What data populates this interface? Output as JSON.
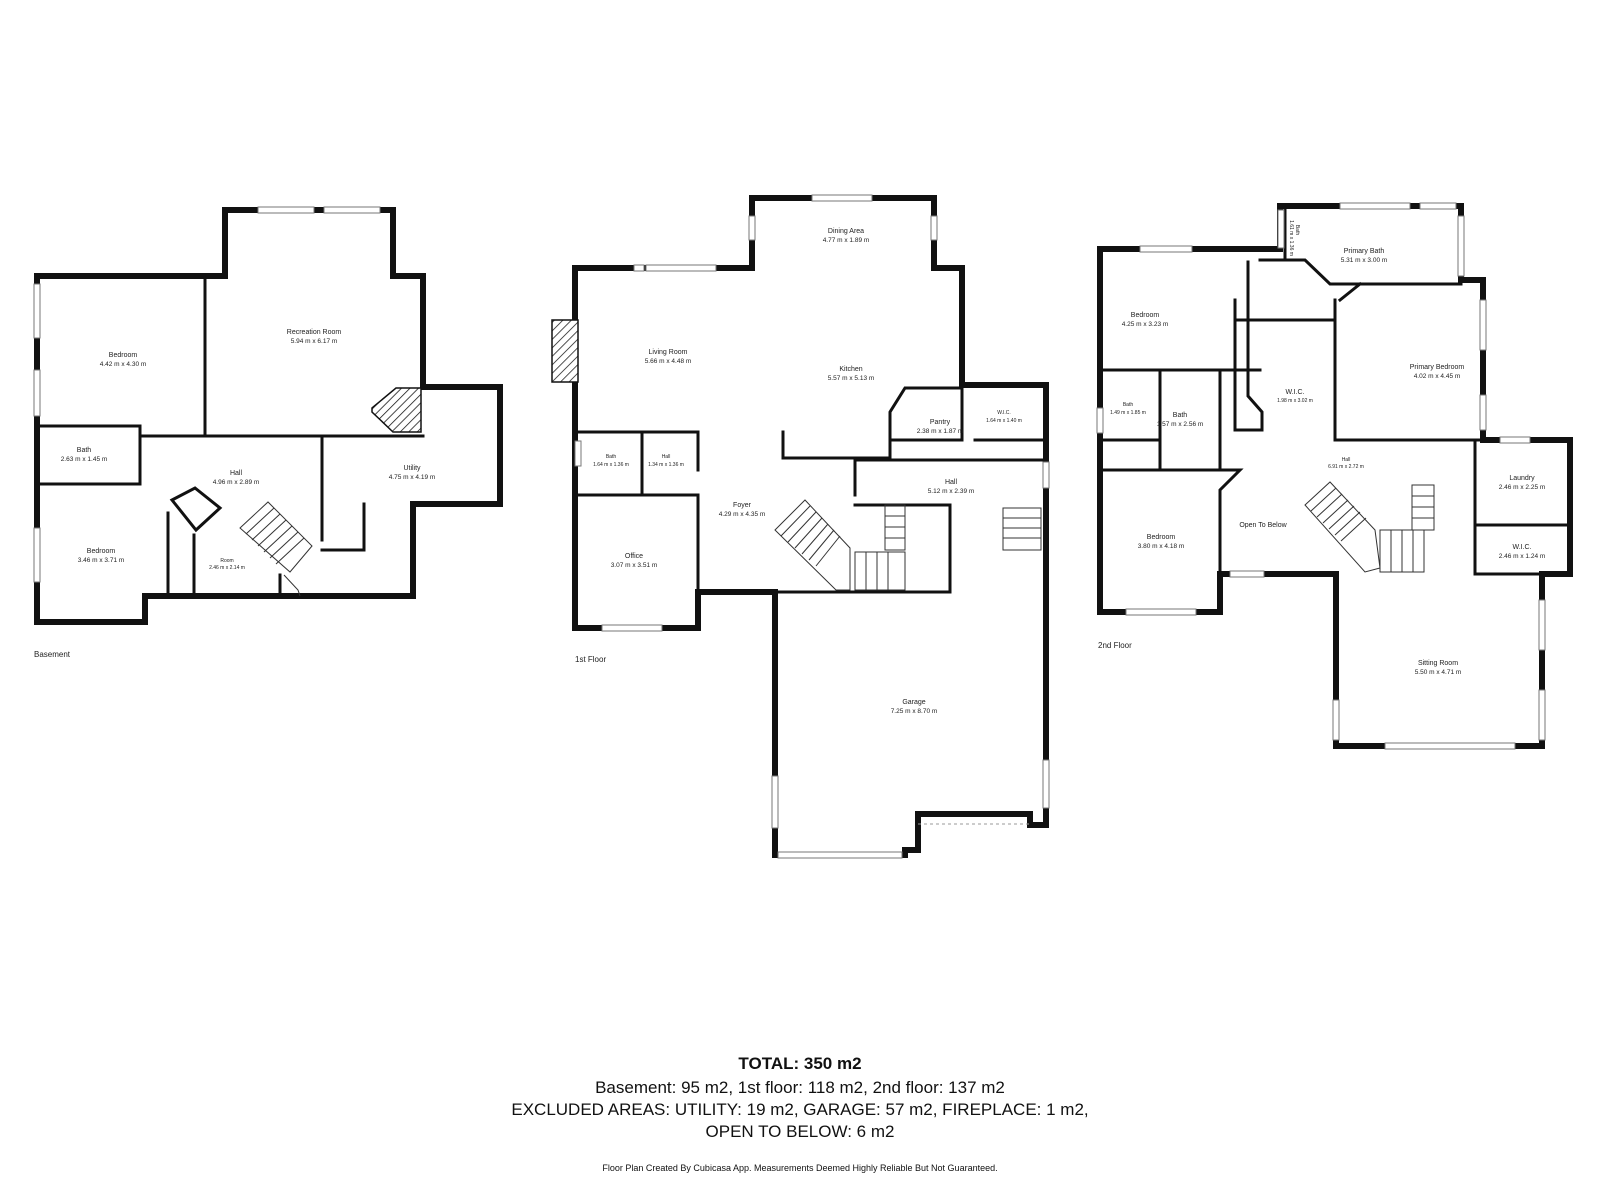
{
  "floors": {
    "basement": {
      "label": "Basement",
      "rooms": [
        {
          "name": "Bedroom",
          "dims": "4.42 m x 4.30 m"
        },
        {
          "name": "Recreation Room",
          "dims": "5.94 m x 6.17 m"
        },
        {
          "name": "Bath",
          "dims": "2.63 m x 1.45 m"
        },
        {
          "name": "Hall",
          "dims": "4.96 m x 2.89 m"
        },
        {
          "name": "Utility",
          "dims": "4.75 m x 4.19 m"
        },
        {
          "name": "Bedroom",
          "dims": "3.46 m x 3.71 m"
        },
        {
          "name": "Room",
          "dims": "2.46 m x 2.14 m"
        }
      ]
    },
    "first": {
      "label": "1st Floor",
      "rooms": [
        {
          "name": "Dining Area",
          "dims": "4.77 m x 1.89 m"
        },
        {
          "name": "Living Room",
          "dims": "5.66 m x 4.48 m"
        },
        {
          "name": "Kitchen",
          "dims": "5.57 m x 5.13 m"
        },
        {
          "name": "Pantry",
          "dims": "2.38 m x 1.87 m"
        },
        {
          "name": "W.I.C.",
          "dims": "1.64 m x 1.40 m"
        },
        {
          "name": "Bath",
          "dims": "1.64 m x 1.36 m"
        },
        {
          "name": "Hall",
          "dims": "1.34 m x 1.36 m"
        },
        {
          "name": "Hall",
          "dims": "5.12 m x 2.39 m"
        },
        {
          "name": "Foyer",
          "dims": "4.29 m x 4.35 m"
        },
        {
          "name": "Office",
          "dims": "3.07 m x 3.51 m"
        },
        {
          "name": "Garage",
          "dims": "7.25 m x 8.70 m"
        }
      ]
    },
    "second": {
      "label": "2nd Floor",
      "rooms": [
        {
          "name": "Bath",
          "dims": "1.61 m x 1.36 m"
        },
        {
          "name": "Primary Bath",
          "dims": "5.31 m x 3.00 m"
        },
        {
          "name": "Bedroom",
          "dims": "4.25 m x 3.23 m"
        },
        {
          "name": "Primary Bedroom",
          "dims": "4.02 m x 4.45 m"
        },
        {
          "name": "W.I.C.",
          "dims": "1.98 m x 3.02 m"
        },
        {
          "name": "Bath",
          "dims": "1.49 m x 1.85 m"
        },
        {
          "name": "Bath",
          "dims": "1.57 m x 2.56 m"
        },
        {
          "name": "Hall",
          "dims": "6.91 m x 2.72 m"
        },
        {
          "name": "Laundry",
          "dims": "2.46 m x 2.25 m"
        },
        {
          "name": "Open To Below",
          "dims": ""
        },
        {
          "name": "Bedroom",
          "dims": "3.80 m x 4.18 m"
        },
        {
          "name": "W.I.C.",
          "dims": "2.46 m x 1.24 m"
        },
        {
          "name": "Sitting Room",
          "dims": "5.50 m x 4.71 m"
        }
      ]
    }
  },
  "summary": {
    "total": "TOTAL: 350 m2",
    "line1": "Basement: 95 m2, 1st floor: 118 m2, 2nd floor: 137 m2",
    "line2": "EXCLUDED AREAS: UTILITY: 19 m2, GARAGE: 57 m2, FIREPLACE: 1 m2,",
    "line3": "OPEN TO BELOW: 6 m2"
  },
  "credit": "Floor Plan Created By Cubicasa App. Measurements Deemed Highly Reliable But Not Guaranteed."
}
